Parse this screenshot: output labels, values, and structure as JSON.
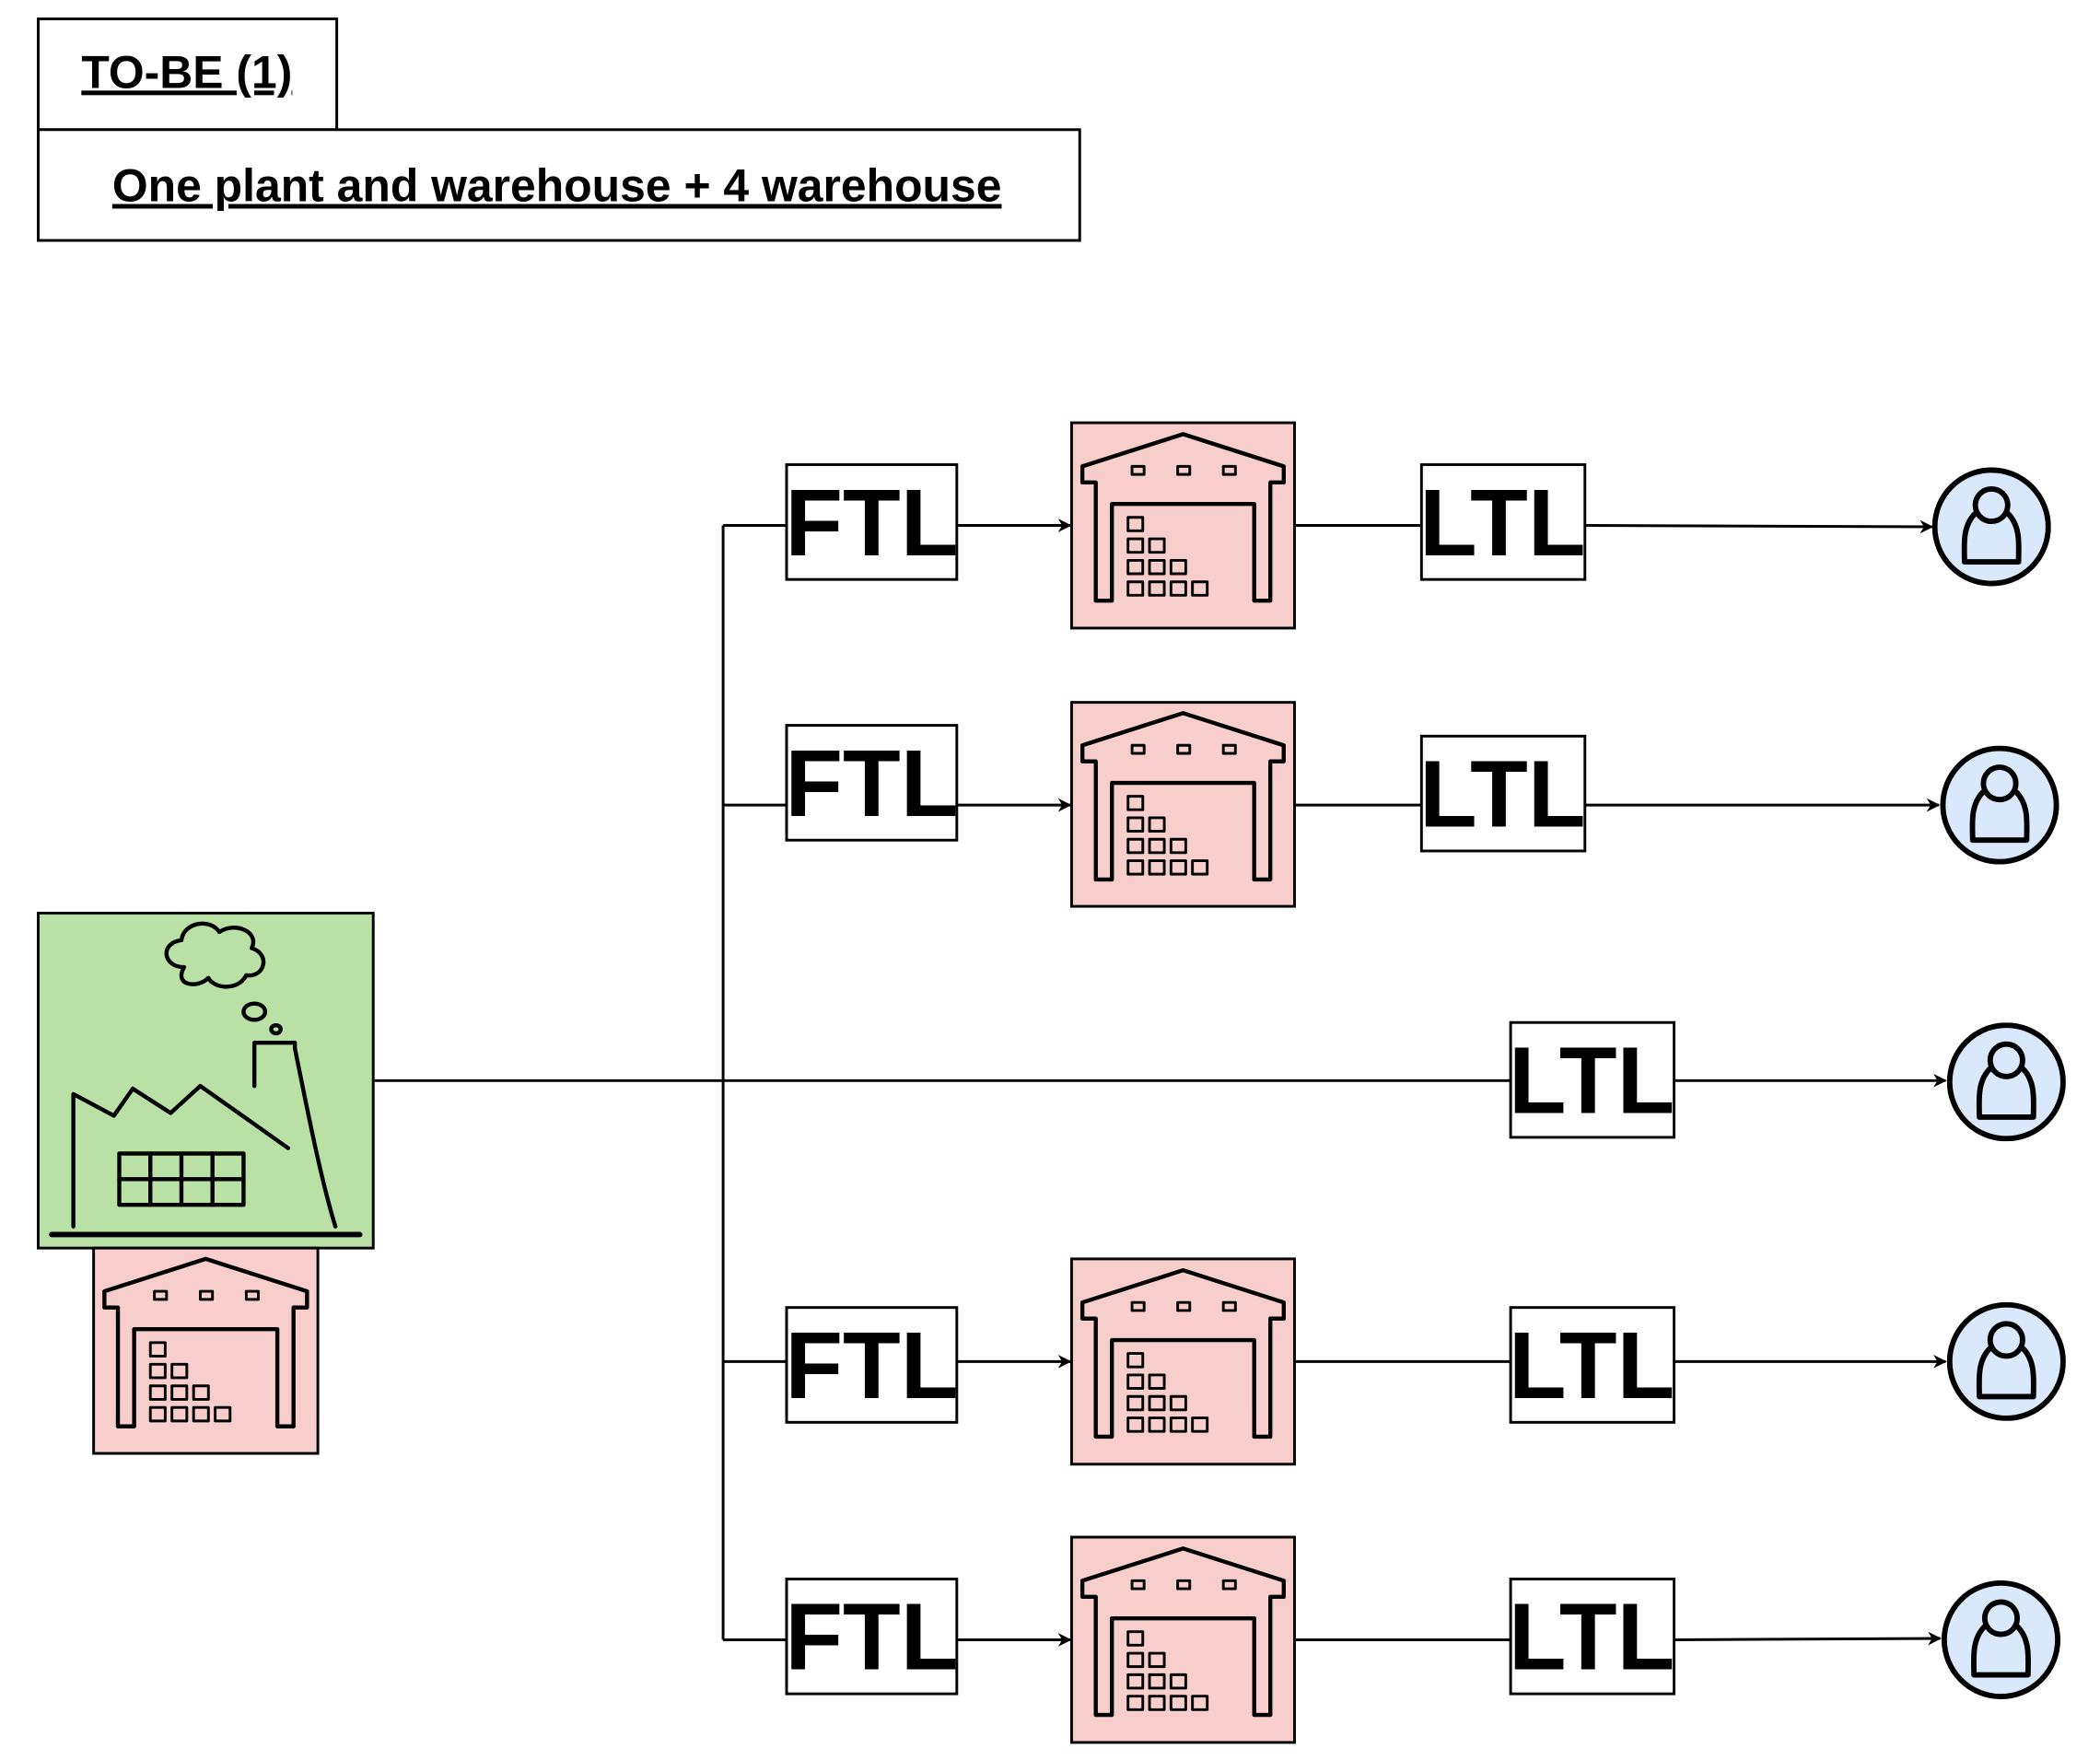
{
  "header": {
    "title": "TO-BE (1)",
    "subtitle": "One plant and warehouse + 4 warehouse"
  },
  "colors": {
    "plant_fill": "#b9e0a5",
    "warehouse_fill": "#f8cecc",
    "customer_fill": "#dae8fc",
    "stroke": "#000000"
  },
  "icons": {
    "plant": "factory-icon",
    "warehouse": "warehouse-icon",
    "customer": "user-icon"
  },
  "routes": [
    {
      "ftl_label": "FTL",
      "ltl_label": "LTL"
    },
    {
      "ftl_label": "FTL",
      "ltl_label": "LTL"
    },
    {
      "ftl_label": null,
      "ltl_label": "LTL"
    },
    {
      "ftl_label": "FTL",
      "ltl_label": "LTL"
    },
    {
      "ftl_label": "FTL",
      "ltl_label": "LTL"
    }
  ]
}
